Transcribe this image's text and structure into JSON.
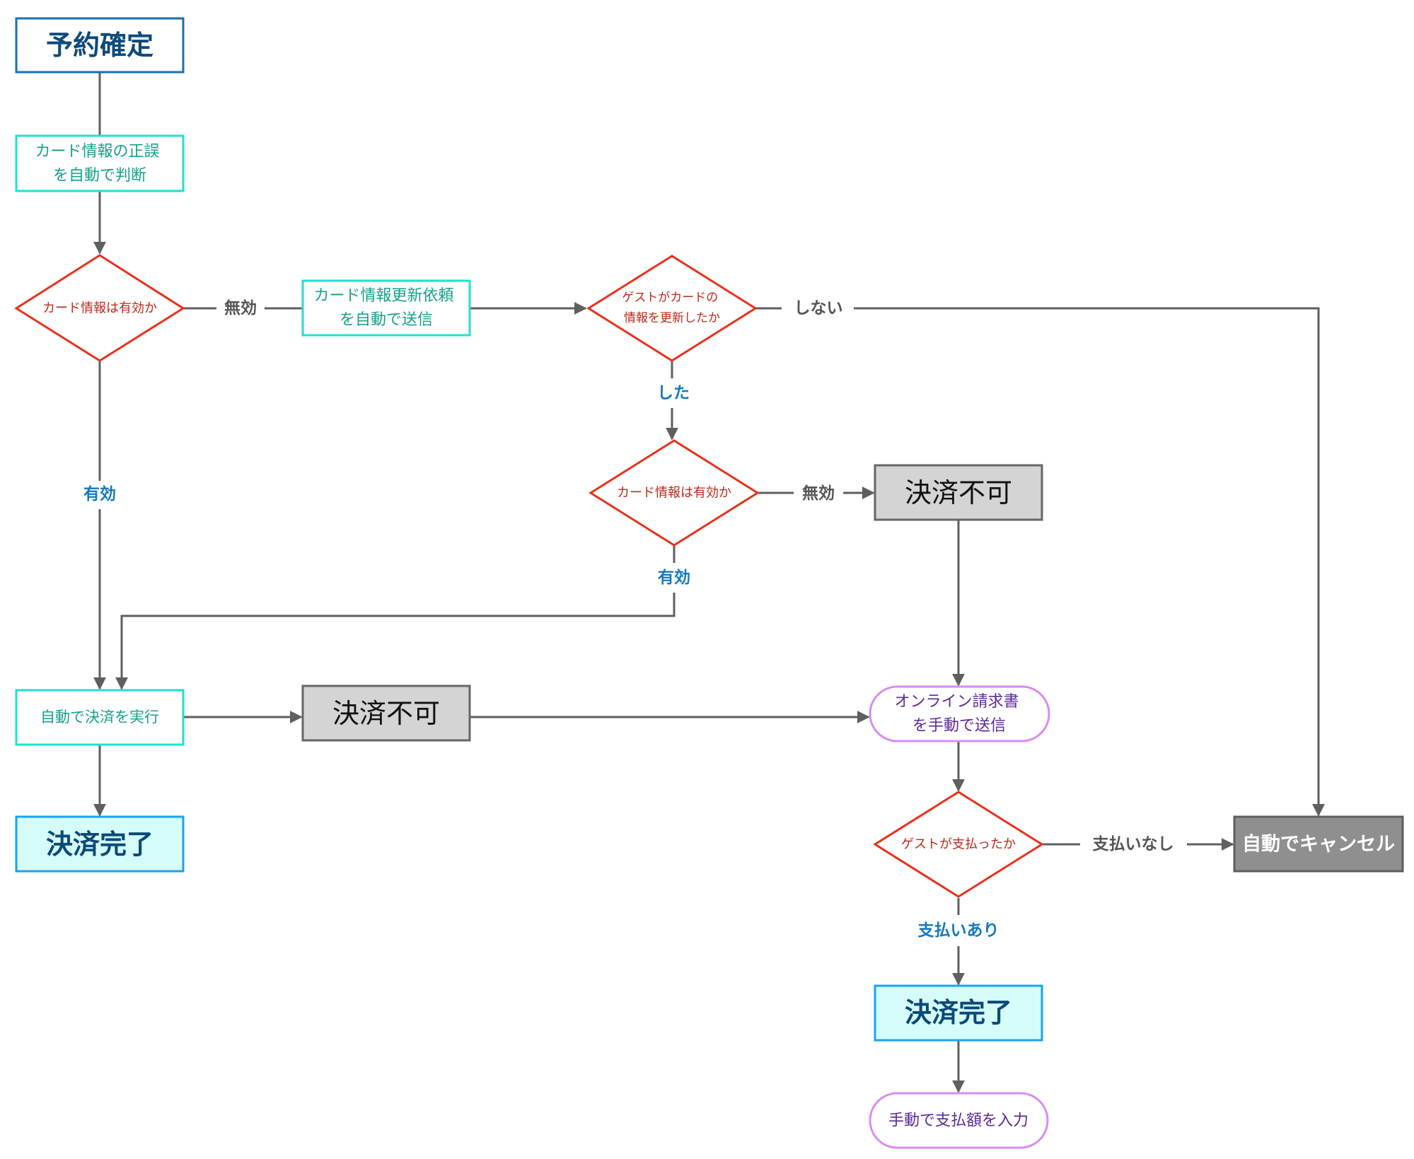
{
  "colors": {
    "connector": "#5f5f5f",
    "diamond_stroke": "#e8301c",
    "diamond_text": "#c0281a",
    "process_stroke": "#22e0cf",
    "process_text": "#16a08a",
    "start_stroke": "#1a6fb0",
    "start_text": "#0d4a7c",
    "complete_fill": "#d6fcf9",
    "complete_stroke": "#1aa3f2",
    "complete_text": "#0b4a78",
    "fail_fill": "#d4d4d4",
    "fail_stroke": "#666666",
    "fail_text": "#111111",
    "cancel_fill": "#8f8f8f",
    "cancel_stroke": "#5e5e5e",
    "cancel_text": "#ffffff",
    "manual_stroke": "#d98af5",
    "manual_text": "#5a2a98",
    "yes_label": "#1479c0",
    "no_label": "#555555"
  },
  "nodes": {
    "start": {
      "label": "予約確定"
    },
    "auto_check": {
      "lines": [
        "カード情報の正誤",
        "を自動で判断"
      ]
    },
    "valid_q1": {
      "label": "カード情報は有効か"
    },
    "send_update": {
      "lines": [
        "カード情報更新依頼",
        "を自動で送信"
      ]
    },
    "guest_updated_q": {
      "lines": [
        "ゲストがカードの",
        "情報を更新したか"
      ]
    },
    "valid_q2": {
      "label": "カード情報は有効か"
    },
    "fail1": {
      "label": "決済不可"
    },
    "auto_pay": {
      "label": "自動で決済を実行"
    },
    "fail2": {
      "label": "決済不可"
    },
    "online_invoice": {
      "lines": [
        "オンライン請求書",
        "を手動で送信"
      ]
    },
    "guest_paid_q": {
      "label": "ゲストが支払ったか"
    },
    "auto_cancel": {
      "label": "自動でキャンセル"
    },
    "complete1": {
      "label": "決済完了"
    },
    "complete2": {
      "label": "決済完了"
    },
    "manual_amount": {
      "label": "手動で支払額を入力"
    }
  },
  "edge_labels": {
    "q1_invalid": "無効",
    "q1_valid": "有効",
    "updated_no": "しない",
    "updated_yes": "した",
    "q2_invalid": "無効",
    "q2_valid": "有効",
    "paid_no": "支払いなし",
    "paid_yes": "支払いあり"
  }
}
